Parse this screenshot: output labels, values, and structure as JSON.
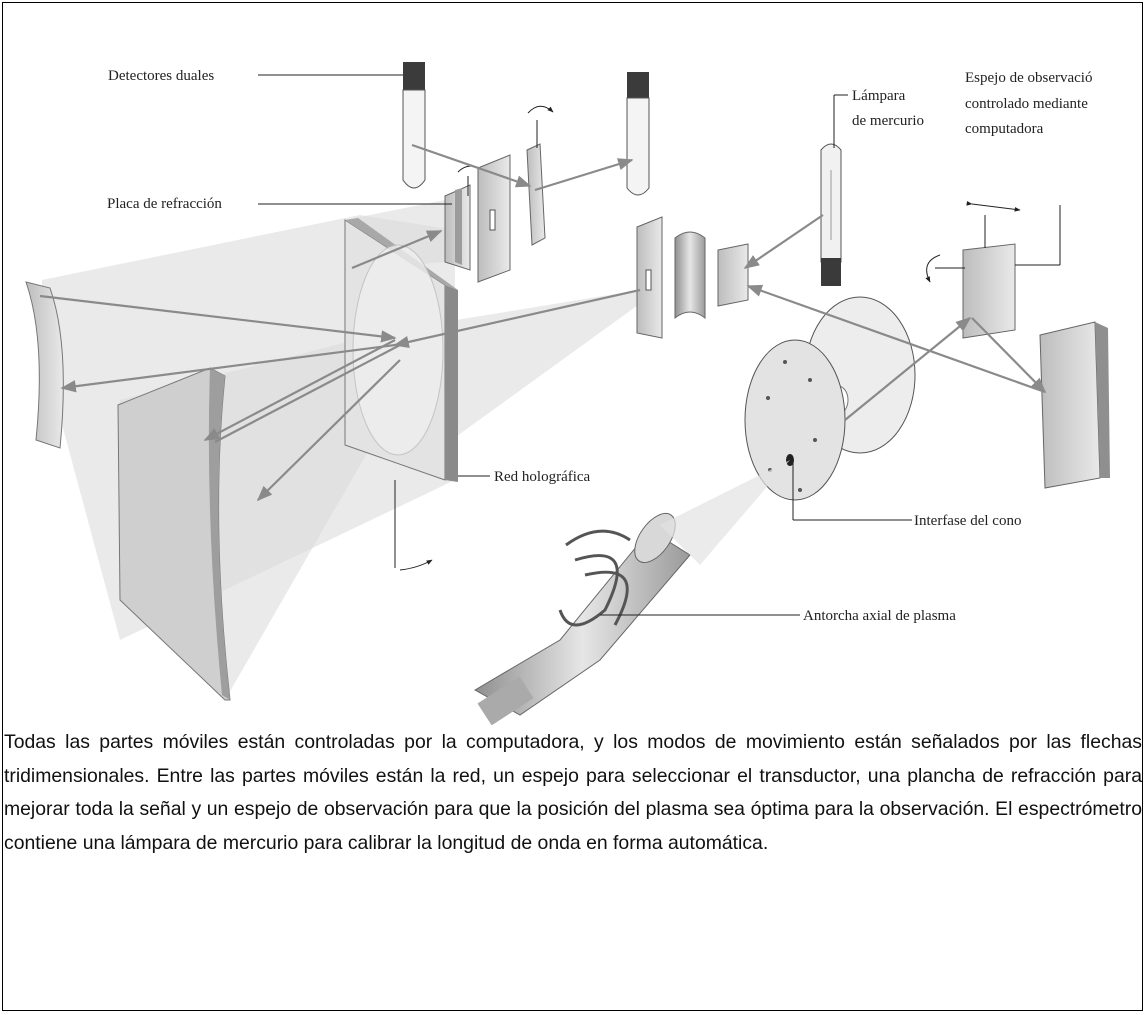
{
  "diagram": {
    "labels": {
      "dual_detectors": "Detectores duales",
      "refraction_plate": "Placa de refracción",
      "mercury_lamp_line1": "Lámpara",
      "mercury_lamp_line2": "de mercurio",
      "observation_mirror_line1": "Espejo de observació",
      "observation_mirror_line2": "controlado mediante",
      "observation_mirror_line3": "computadora",
      "holographic_grating": "Red holográfica",
      "cone_interface": "Interfase del cono",
      "axial_plasma_torch": "Antorcha axial de plasma"
    },
    "colors": {
      "beam": "#d9d9d9",
      "arrow": "#8a8a8a",
      "metal": "#bdbdbd",
      "dark": "#3a3a3a"
    }
  },
  "caption": "Todas las partes móviles están controladas por la computadora, y los modos de movimiento están señalados por las flechas tridimensionales. Entre las partes móviles están la red, un espejo para seleccionar el transductor, una plancha de refracción para mejorar toda la señal y un espejo de observación para que la posición del plasma sea óptima para la observación. El espectrómetro contiene una lámpara de mercurio para calibrar la longitud de onda en forma automática."
}
